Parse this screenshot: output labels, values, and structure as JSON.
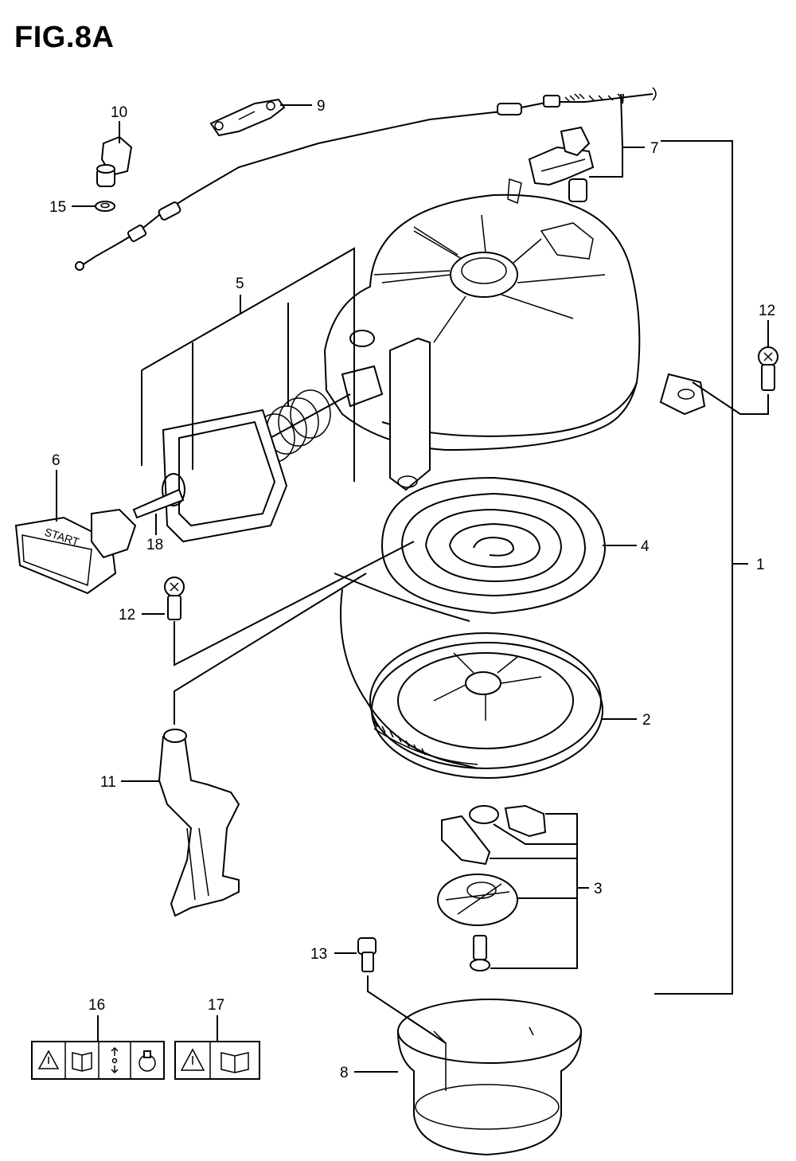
{
  "figure": {
    "title": "FIG.8A"
  },
  "callouts": [
    {
      "id": "c1",
      "label": "1"
    },
    {
      "id": "c2",
      "label": "2"
    },
    {
      "id": "c3",
      "label": "3"
    },
    {
      "id": "c4",
      "label": "4"
    },
    {
      "id": "c5",
      "label": "5"
    },
    {
      "id": "c6",
      "label": "6"
    },
    {
      "id": "c7",
      "label": "7"
    },
    {
      "id": "c8",
      "label": "8"
    },
    {
      "id": "c9",
      "label": "9"
    },
    {
      "id": "c10",
      "label": "10"
    },
    {
      "id": "c11",
      "label": "11"
    },
    {
      "id": "c12a",
      "label": "12"
    },
    {
      "id": "c12b",
      "label": "12"
    },
    {
      "id": "c13",
      "label": "13"
    },
    {
      "id": "c15",
      "label": "15"
    },
    {
      "id": "c16",
      "label": "16"
    },
    {
      "id": "c17",
      "label": "17"
    },
    {
      "id": "c18",
      "label": "18"
    }
  ],
  "handle_text": "START",
  "label_icons": {
    "part16": [
      "warning-triangle-icon",
      "manual-book-icon",
      "choke-arrows-icon",
      "knob-icon"
    ],
    "part17": [
      "warning-triangle-icon",
      "manual-book-icon"
    ]
  }
}
